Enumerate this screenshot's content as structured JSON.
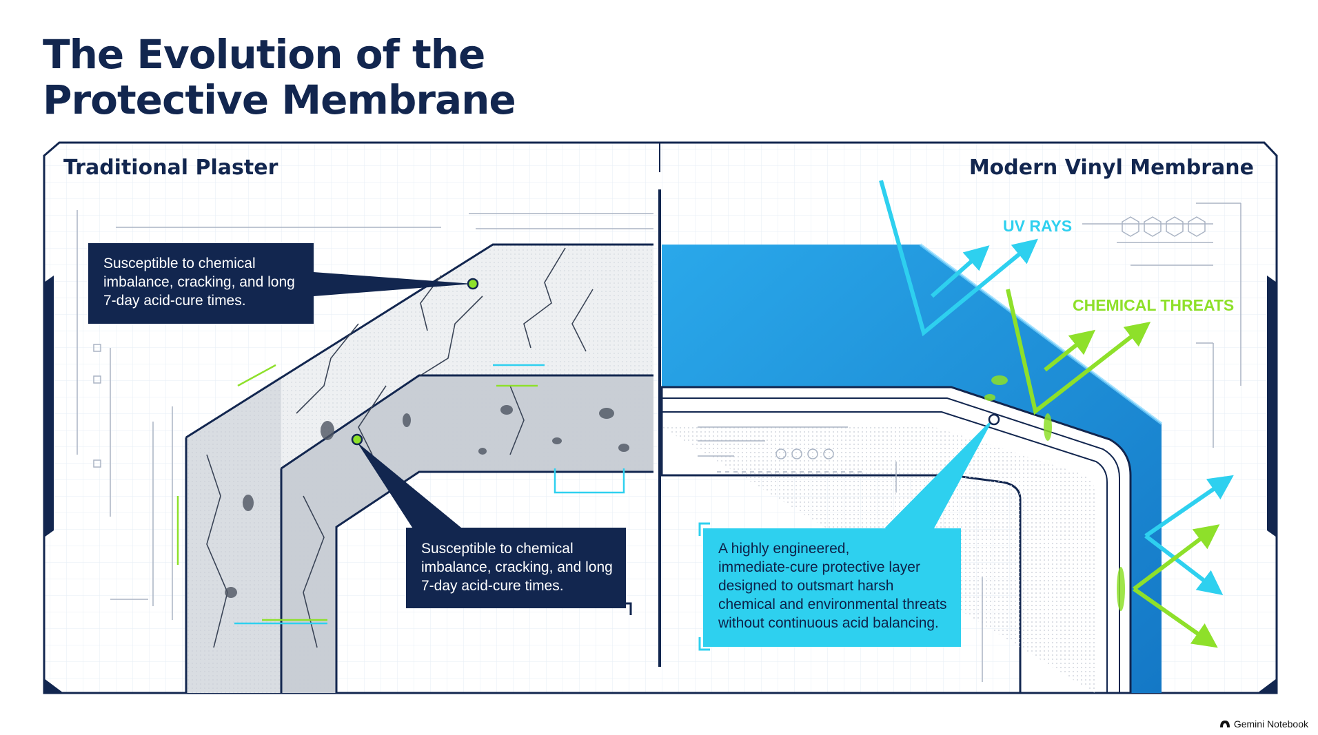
{
  "title_line1": "The Evolution of the",
  "title_line2": "Protective Membrane",
  "left_panel": {
    "label": "Traditional Plaster",
    "callout_top": [
      "Susceptible to chemical",
      "imbalance, cracking, and long",
      "7-day acid-cure times."
    ],
    "callout_bottom": [
      "Susceptible to chemical",
      "imbalance, cracking, and long",
      "7-day acid-cure times."
    ]
  },
  "right_panel": {
    "label": "Modern Vinyl Membrane",
    "uv_label": "UV RAYS",
    "chemical_label": "CHEMICAL THREATS",
    "callout": [
      "A highly engineered,",
      "immediate-cure protective layer",
      "designed to outsmart harsh",
      "chemical and environmental threats",
      "without continuous acid balancing."
    ]
  },
  "footer": {
    "brand": "Gemini Notebook"
  },
  "colors": {
    "navy": "#12264f",
    "cyan": "#2ed0ef",
    "membrane_blue": "#1f9be0",
    "lime": "#8ee02a",
    "plaster": "#e7e9ec"
  },
  "icons": [
    "marker-dot-icon",
    "uv-ray-arrow-icon",
    "chemical-threat-arrow-icon",
    "brand-logo-icon"
  ]
}
